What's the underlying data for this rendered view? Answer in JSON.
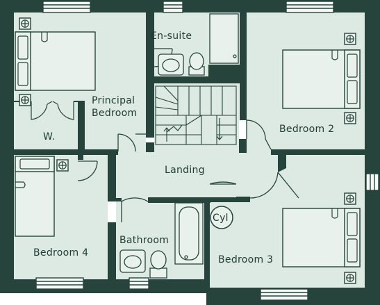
{
  "colors": {
    "wall": "#26443b",
    "floor": "#dde9e3",
    "fixture_fill": "#e9f1ed",
    "line": "#26443b",
    "window": "#f4f8f6"
  },
  "rooms": {
    "principal_bedroom": {
      "line1": "Principal",
      "line2": "Bedroom"
    },
    "en_suite": "En-suite",
    "wardrobe": "W.",
    "bedroom_2": "Bedroom 2",
    "landing": "Landing",
    "bedroom_4": "Bedroom 4",
    "bathroom": "Bathroom",
    "bedroom_3": "Bedroom 3",
    "cylinder": "Cyl"
  },
  "icons": {
    "socket": "electrical-socket-icon",
    "stair_arrow": "stair-direction-arrow-icon"
  }
}
